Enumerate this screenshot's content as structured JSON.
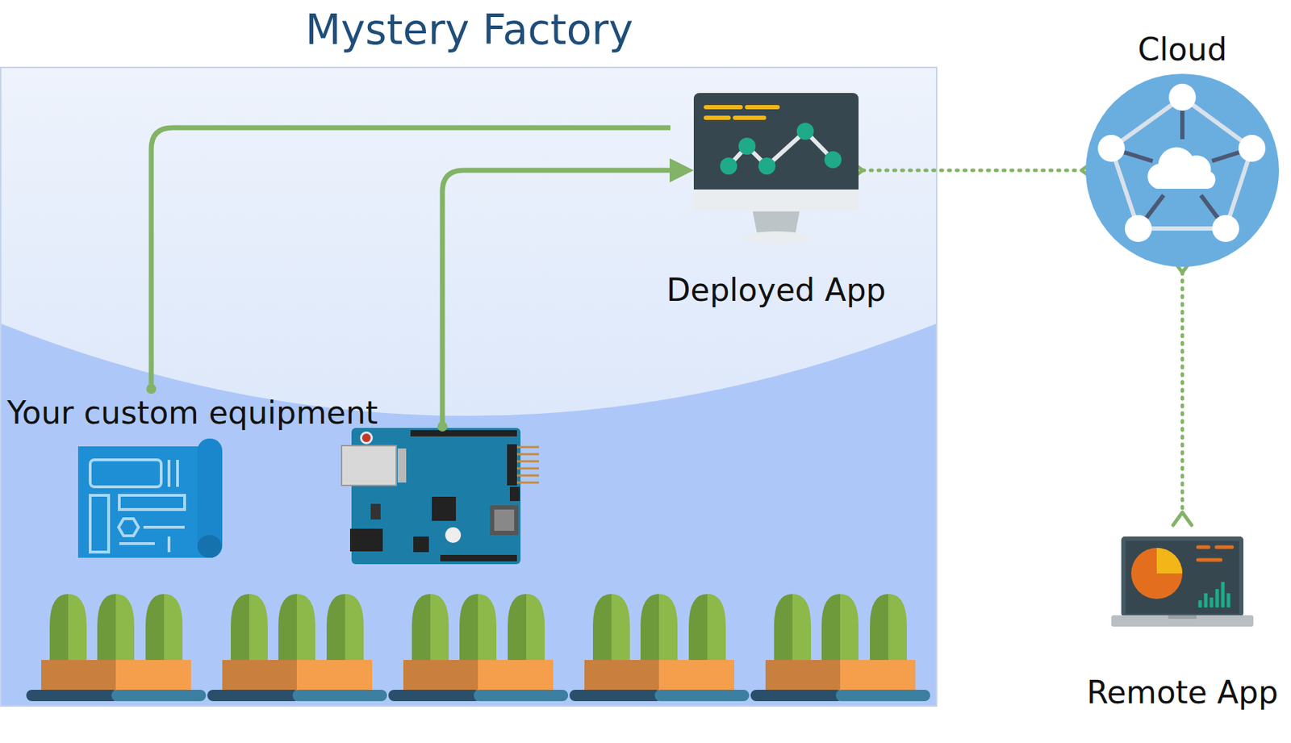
{
  "diagram": {
    "title": "Mystery Factory",
    "nodes": [
      {
        "text": [
          "Your custom equipment"
        ]
      },
      {
        "text": [
          "Deployed App"
        ]
      },
      {
        "text": [
          "Cloud"
        ]
      },
      {
        "text": [
          "Remote App"
        ]
      }
    ],
    "edges": [
      {
        "from": 0,
        "to": 1,
        "arrow": "to"
      },
      {
        "from": 1,
        "to": 2,
        "arrow": "both"
      },
      {
        "from": 2,
        "to": 3,
        "arrow": "both"
      }
    ]
  }
}
